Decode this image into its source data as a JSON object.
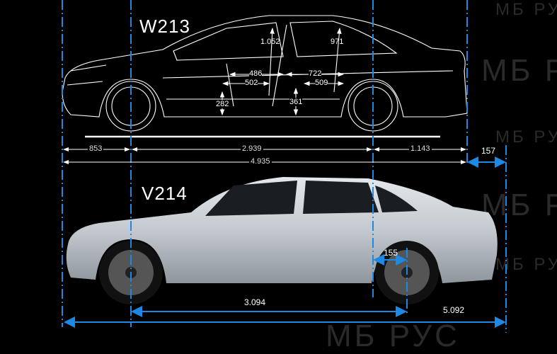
{
  "models": {
    "old": {
      "name": "W213"
    },
    "new": {
      "name": "V214"
    }
  },
  "watermark": "МБ РУС",
  "w213_dimensions": {
    "front_overhang": "853",
    "wheelbase": "2.939",
    "rear_overhang": "1.143",
    "length": "4.935",
    "front_headroom": "1.052",
    "rear_headroom": "971",
    "front_legroom_a": "486",
    "front_legroom_b": "502",
    "rear_legroom_a": "722",
    "rear_legroom_b": "509",
    "front_seat_height": "282",
    "rear_seat_height": "361"
  },
  "v214_dimensions": {
    "length_increase": "157",
    "wheelbase_increase": "155",
    "wheelbase": "3.094",
    "length": "5.092"
  },
  "colors": {
    "accent": "#1e88e5",
    "background": "#000000",
    "car_body": "#c9ced4"
  }
}
